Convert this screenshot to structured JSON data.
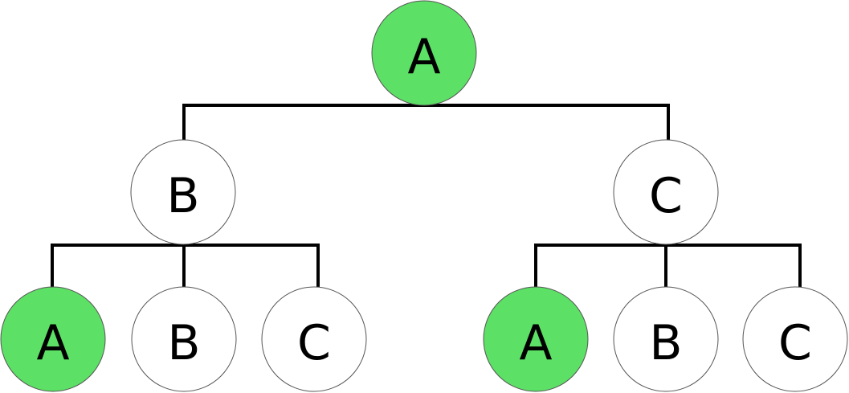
{
  "colors": {
    "highlight": "#5ce065",
    "default": "#ffffff",
    "edge": "#000000",
    "text": "#000000"
  },
  "root": {
    "label": "A",
    "highlighted": true,
    "children": [
      {
        "label": "B",
        "highlighted": false,
        "children": [
          {
            "label": "A",
            "highlighted": true
          },
          {
            "label": "B",
            "highlighted": false
          },
          {
            "label": "C",
            "highlighted": false
          }
        ]
      },
      {
        "label": "C",
        "highlighted": false,
        "children": [
          {
            "label": "A",
            "highlighted": true
          },
          {
            "label": "B",
            "highlighted": false
          },
          {
            "label": "C",
            "highlighted": false
          }
        ]
      }
    ]
  }
}
